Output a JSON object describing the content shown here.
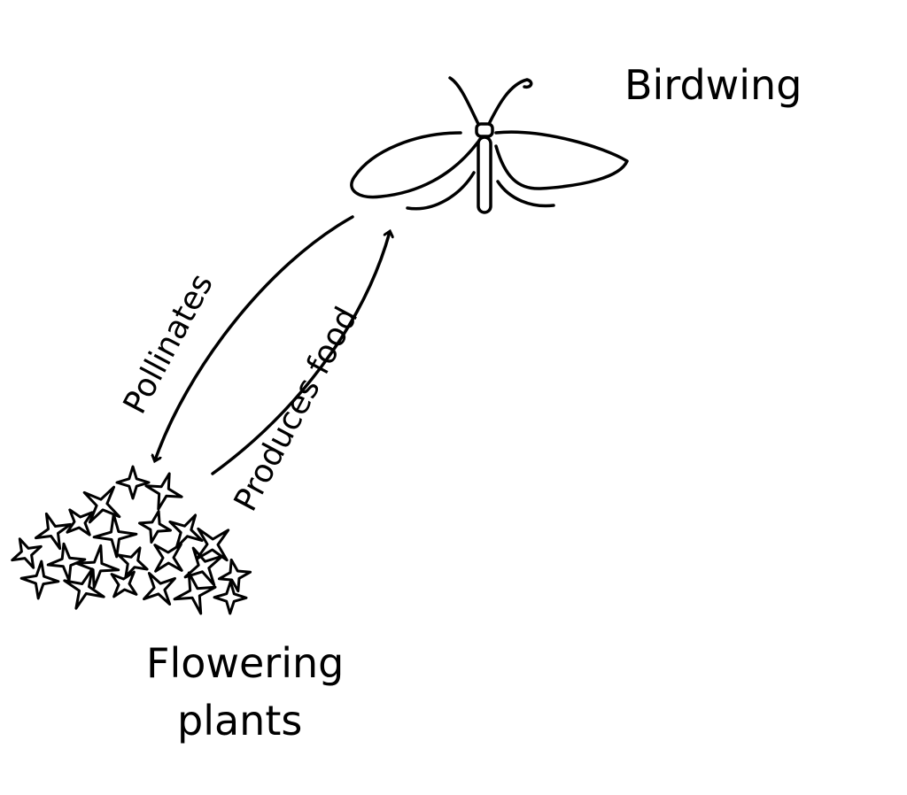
{
  "diagram": {
    "nodes": {
      "butterfly": {
        "label": "Birdwing"
      },
      "plants": {
        "label_line1": "Flowering",
        "label_line2": "plants"
      }
    },
    "edges": [
      {
        "from": "Birdwing",
        "to": "Flowering plants",
        "label": "Pollinates"
      },
      {
        "from": "Flowering plants",
        "to": "Birdwing",
        "label": "Produces food"
      }
    ],
    "ink_color": "#000000",
    "background": "#ffffff"
  }
}
